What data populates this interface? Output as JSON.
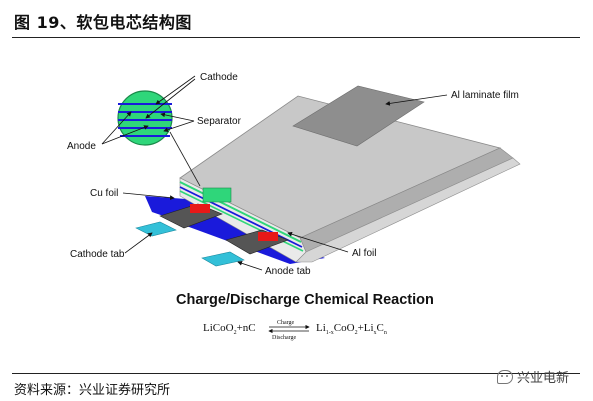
{
  "figure_title": "图 19、软包电芯结构图",
  "labels": {
    "cathode": "Cathode",
    "anode": "Anode",
    "separator": "Separator",
    "cu_foil": "Cu foil",
    "cathode_tab": "Cathode tab",
    "al_laminate_film": "Al laminate film",
    "al_foil": "Al foil",
    "anode_tab": "Anode tab"
  },
  "reaction": {
    "heading": "Charge/Discharge Chemical Reaction",
    "left": "LiCoO",
    "left_sub": "2",
    "left_tail": "+nC",
    "charge": "Charge",
    "discharge": "Discharge",
    "r1": "Li",
    "r1_sub": "1-x",
    "r2": "CoO",
    "r2_sub": "2",
    "r3": "+Li",
    "r3_sub": "x",
    "r4": "C",
    "r4_sub": "n"
  },
  "source": "资料来源：兴业证券研究所",
  "watermark": "兴业电新",
  "colors": {
    "film_top": "#c7c7c7",
    "laminate": "#8f8f8f",
    "blue": "#1a1adb",
    "cyan": "#33c0d8",
    "green": "#2fd67a",
    "tab_red": "#e81818"
  }
}
